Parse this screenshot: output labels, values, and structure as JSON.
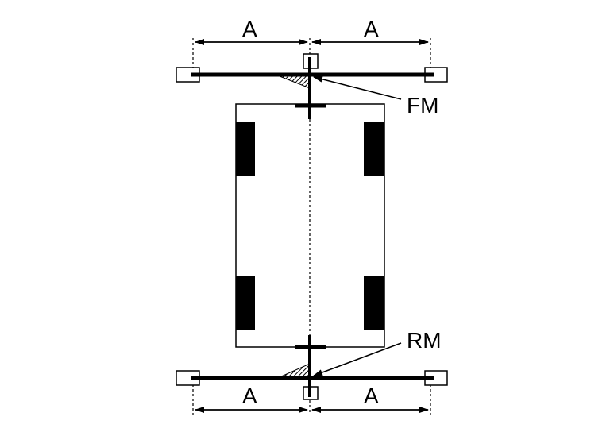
{
  "labels": {
    "dim_top_left": "A",
    "dim_top_right": "A",
    "dim_bottom_left": "A",
    "dim_bottom_right": "A",
    "front_mark": "FM",
    "rear_mark": "RM"
  }
}
